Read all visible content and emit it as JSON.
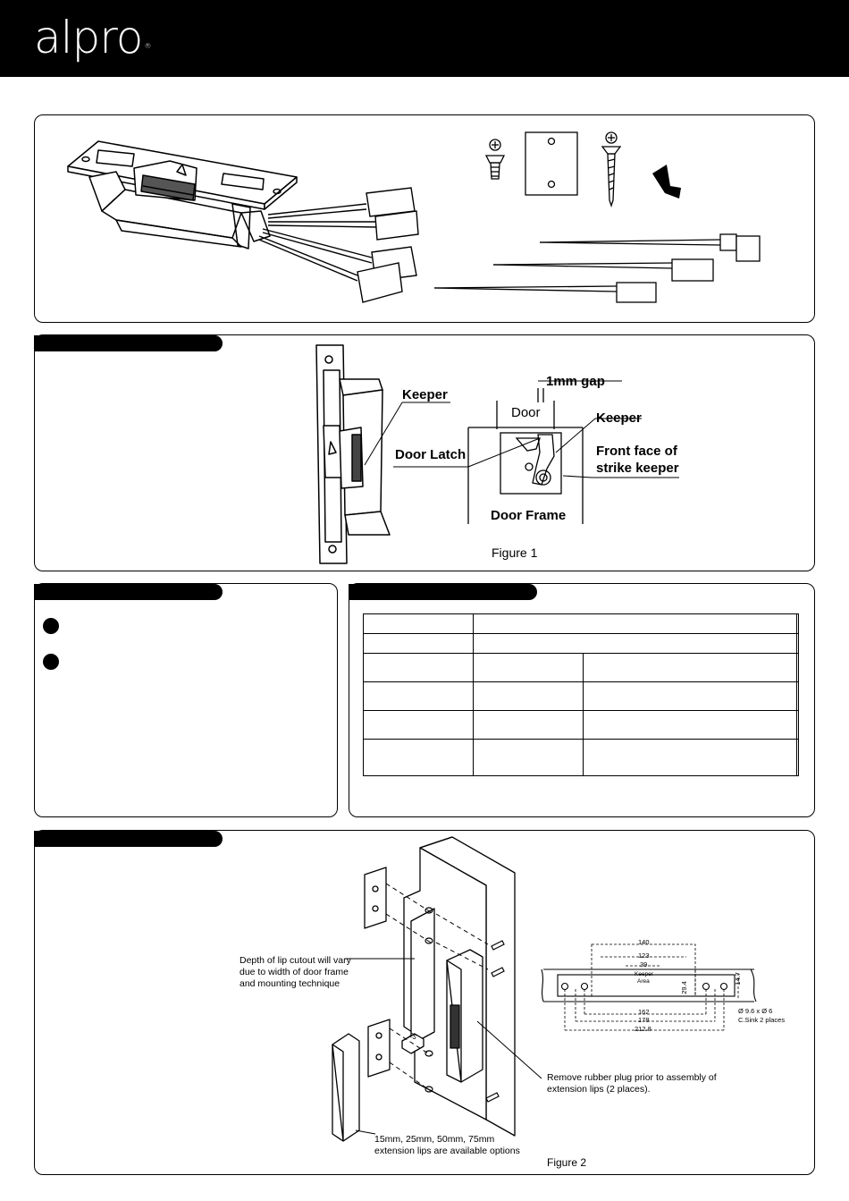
{
  "brand": {
    "logo": "alpro",
    "mark": "®"
  },
  "figure1": {
    "caption": "Figure 1",
    "keeper_label": "Keeper",
    "gap_label": "1mm gap",
    "door_label": "Door",
    "keeper_label_2": "Keeper",
    "latch_label": "Door Latch",
    "front_face_line1": "Front face of",
    "front_face_line2": "strike keeper",
    "frame_label": "Door Frame"
  },
  "figure2": {
    "caption": "Figure  2",
    "lip_note": [
      "Depth of lip cutout will vary",
      "due to width of door frame",
      "and mounting technique"
    ],
    "plug_note": [
      "Remove rubber plug prior to assembly of",
      "extension lips (2 places)."
    ],
    "ext_note": [
      "15mm, 25mm, 50mm, 75mm",
      "extension lips are available options"
    ],
    "dim_lip": "25",
    "dims": {
      "d140": "140",
      "d123": "123",
      "d39": "39",
      "keeper_area_1": "Keeper",
      "keeper_area_2": "Area",
      "d29_4": "29.4",
      "d14_7": "14.7",
      "d162": "162",
      "d178": "178",
      "d212_8": "212.8",
      "hole_1": "Ø 9.6 x Ø 6",
      "hole_2": "C.Sink 2 places"
    }
  }
}
